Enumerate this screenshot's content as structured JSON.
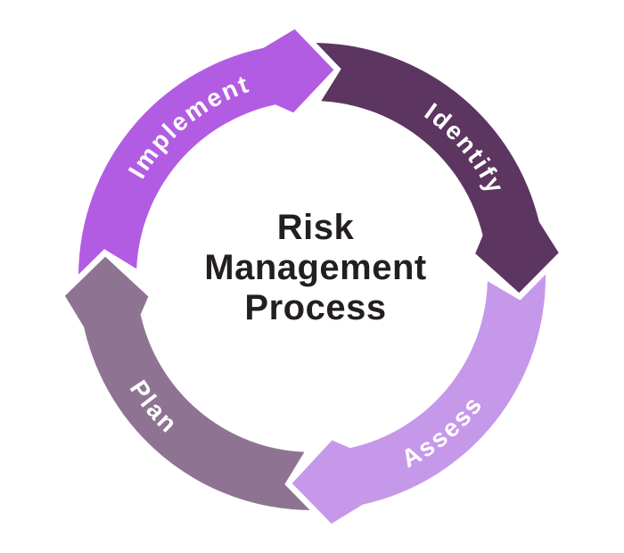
{
  "title": {
    "lines": [
      "Risk",
      "Management",
      "Process"
    ],
    "color": "#231f20"
  },
  "diagram": {
    "type": "cycle",
    "flow": "clockwise",
    "background": "#ffffff",
    "label_color": "#ffffff",
    "steps": [
      {
        "label": "Identify",
        "color": "#5c3560",
        "position": "top-right"
      },
      {
        "label": "Assess",
        "color": "#c698e9",
        "position": "bottom-right"
      },
      {
        "label": "Plan",
        "color": "#8e7492",
        "position": "bottom-left"
      },
      {
        "label": "Implement",
        "color": "#b25ce4",
        "position": "top-left"
      }
    ]
  }
}
